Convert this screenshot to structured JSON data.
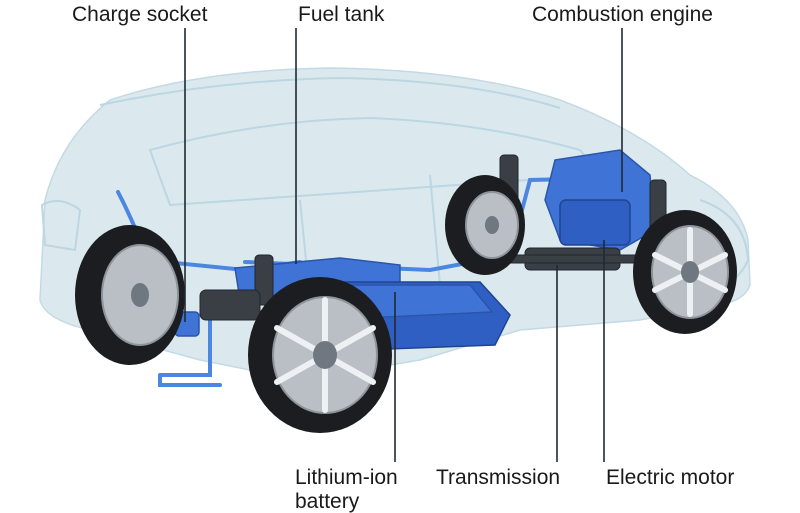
{
  "labels": {
    "charge_socket": "Charge socket",
    "fuel_tank": "Fuel tank",
    "combustion_engine": "Combustion engine",
    "lithium_ion_line1": "Lithium-ion",
    "lithium_ion_line2": "battery",
    "transmission": "Transmission",
    "electric_motor": "Electric motor"
  },
  "colors": {
    "component_blue": "#3f74d6",
    "body_tint": "#dbe9ef",
    "tyre": "#1b1d20",
    "label_text": "#1a1a1a"
  }
}
